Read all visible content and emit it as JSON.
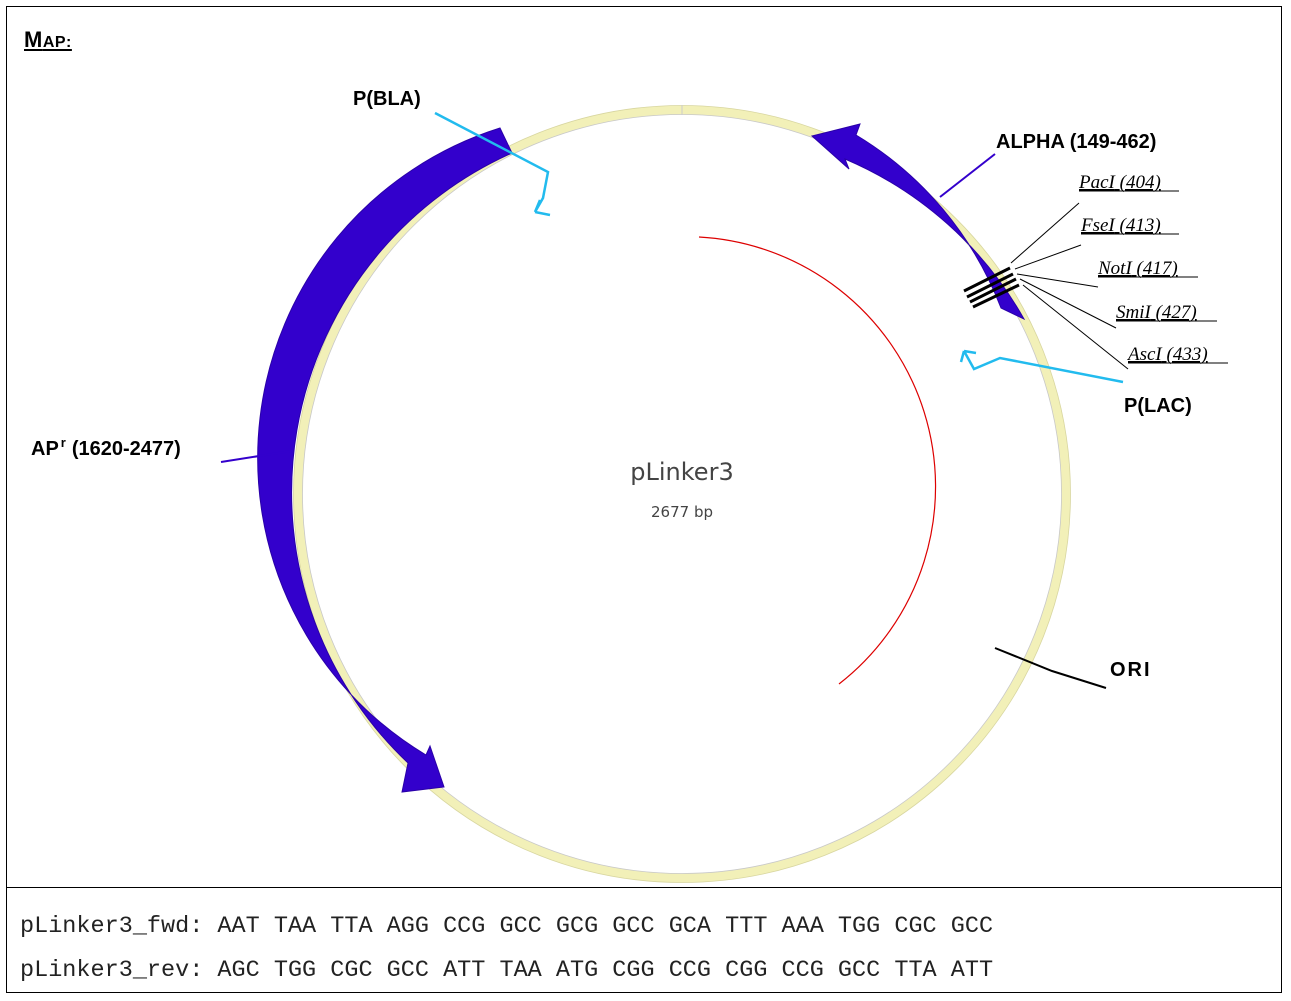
{
  "heading": {
    "first": "M",
    "rest": "AP:"
  },
  "plasmid": {
    "name": "pLinker3",
    "size": "2677 bp"
  },
  "labels": {
    "pbla": "P(BLA)",
    "alpha": "ALPHA (149-462)",
    "apr_main": "AP",
    "apr_sup": "r",
    "apr_range": "(1620-2477)",
    "plac": "P(LAC)",
    "ori": "ORI"
  },
  "sites": [
    {
      "name": "PacI",
      "pos": "(404)"
    },
    {
      "name": "FseI",
      "pos": "(413)"
    },
    {
      "name": "NotI",
      "pos": "(417)"
    },
    {
      "name": "SmiI",
      "pos": "(427)"
    },
    {
      "name": "AscI",
      "pos": "(433)"
    }
  ],
  "colors": {
    "feature": "#3300cc",
    "promoter": "#22bbee",
    "backbone": "#f2f0b8",
    "inner_arc": "#dd0000"
  },
  "sequences": {
    "fwd": "pLinker3_fwd: AAT TAA TTA AGG CCG GCC GCG GCC GCA TTT AAA TGG CGC GCC",
    "rev": "pLinker3_rev: AGC TGG CGC GCC ATT TAA ATG CGG CCG CGG CCG GCC TTA ATT"
  }
}
